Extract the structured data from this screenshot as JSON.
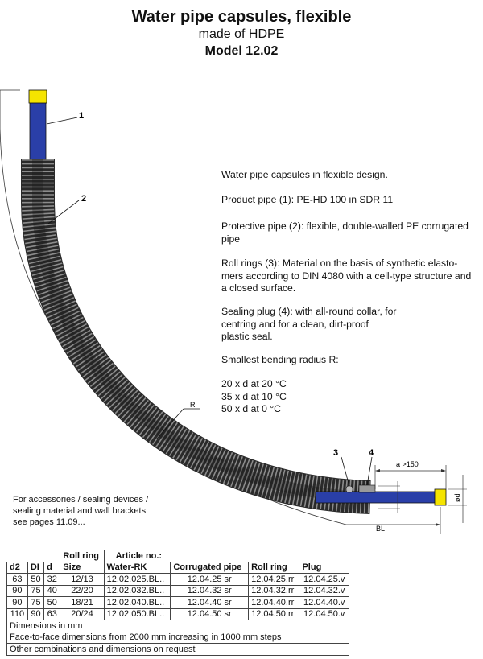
{
  "header": {
    "title": "Water pipe capsules, flexible",
    "subtitle": "made of HDPE",
    "model": "Model 12.02"
  },
  "drawing": {
    "labels": {
      "n1": "1",
      "n2": "2",
      "n3": "3",
      "n4": "4",
      "R": "R",
      "a": "a >150",
      "od": "ød",
      "BL": "BL"
    },
    "colors": {
      "product_pipe": "#2a3fa8",
      "plug": "#f5e400",
      "corrugated": "#2a2a2a",
      "ring": "#9a9a9a"
    }
  },
  "description": {
    "intro": "Water pipe capsules in flexible design.",
    "product_pipe": "Product pipe (1): PE-HD 100 in SDR  11",
    "protective_pipe_1": "Protective pipe (2): flexible, double-walled PE corrugated",
    "protective_pipe_2": "pipe",
    "roll_rings_1": "Roll rings (3):  Material on the basis of synthetic elasto-",
    "roll_rings_2": "mers according to DIN 4080 with a cell-type structure and",
    "roll_rings_3": "a closed surface.",
    "sealing_1": "Sealing plug (4):  with all-round collar, for",
    "sealing_2": "centring and for a clean, dirt-proof",
    "sealing_3": "plastic seal.",
    "bending_title": "Smallest bending radius R:",
    "bend_1": "20 x d at 20 °C",
    "bend_2": "35 x d at 10 °C",
    "bend_3": "50 x d at   0 °C"
  },
  "note": {
    "line1": "For accessories / sealing devices /",
    "line2": "sealing material and wall brackets",
    "line3": "see pages 11.09..."
  },
  "table": {
    "group_roll_ring": "Roll ring",
    "group_article": "Article no.:",
    "headers": [
      "d2",
      "DI",
      "d",
      "Size",
      "Water-RK",
      "Corrugated pipe",
      "Roll ring",
      "Plug"
    ],
    "rows": [
      [
        "63",
        "50",
        "32",
        "12/13",
        "12.02.025.BL..",
        "12.04.25 sr",
        "12.04.25.rr",
        "12.04.25.v"
      ],
      [
        "90",
        "75",
        "40",
        "22/20",
        "12.02.032.BL..",
        "12.04.32 sr",
        "12.04.32.rr",
        "12.04.32.v"
      ],
      [
        "90",
        "75",
        "50",
        "18/21",
        "12.02.040.BL..",
        "12.04.40 sr",
        "12.04.40.rr",
        "12.04.40.v"
      ],
      [
        "110",
        "90",
        "63",
        "20/24",
        "12.02.050.BL..",
        "12.04.50 sr",
        "12.04.50.rr",
        "12.04.50.v"
      ]
    ],
    "footer_1": "Dimensions in mm",
    "footer_2": "Face-to-face dimensions from 2000 mm increasing in 1000 mm steps",
    "footer_3": "Other combinations and dimensions on request"
  }
}
